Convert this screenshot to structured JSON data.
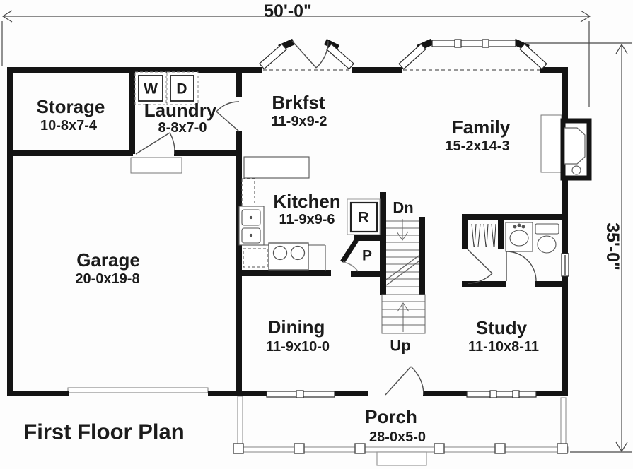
{
  "plan": {
    "title": "First Floor Plan",
    "overall_width": "50'-0\"",
    "overall_depth": "35'-0\"",
    "rooms": {
      "storage": {
        "name": "Storage",
        "dims": "10-8x7-4"
      },
      "laundry": {
        "name": "Laundry",
        "dims": "8-8x7-0"
      },
      "brkfst": {
        "name": "Brkfst",
        "dims": "11-9x9-2"
      },
      "family": {
        "name": "Family",
        "dims": "15-2x14-3"
      },
      "kitchen": {
        "name": "Kitchen",
        "dims": "11-9x9-6"
      },
      "garage": {
        "name": "Garage",
        "dims": "20-0x19-8"
      },
      "dining": {
        "name": "Dining",
        "dims": "11-9x10-0"
      },
      "study": {
        "name": "Study",
        "dims": "11-10x8-11"
      },
      "porch": {
        "name": "Porch",
        "dims": "28-0x5-0"
      }
    },
    "labels": {
      "washer": "W",
      "dryer": "D",
      "refrigerator": "R",
      "pantry": "P",
      "stairs_down": "Dn",
      "stairs_up": "Up"
    },
    "colors": {
      "wall": "#141414",
      "fixture_line": "#555555",
      "light_line": "#8a8a8a",
      "text": "#1b1b1b"
    }
  }
}
